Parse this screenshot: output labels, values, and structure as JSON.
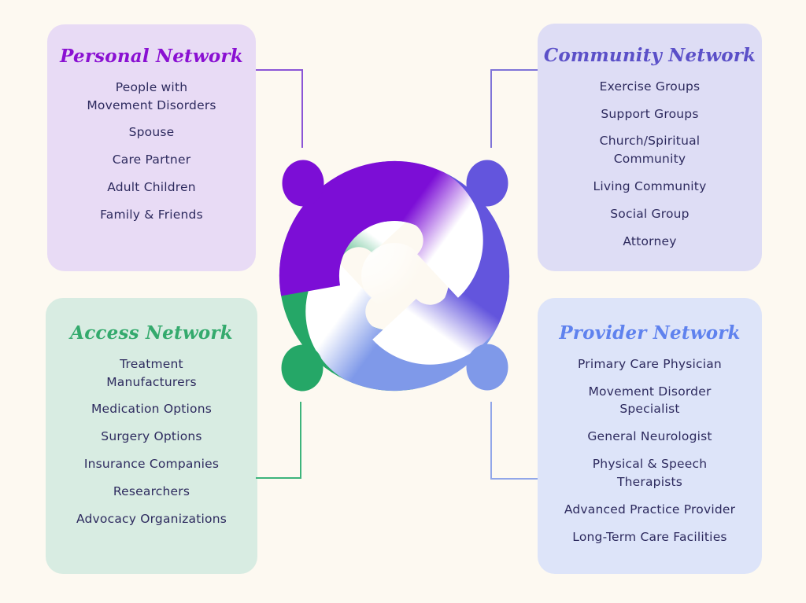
{
  "page": {
    "background": "#fdf9f1",
    "body_text_color": "#2d2a5e"
  },
  "cards": {
    "personal": {
      "title": "Personal Network",
      "title_color": "#8a10d2",
      "card_bg": "#e8dbf5",
      "connector_color": "#8b55d6",
      "items": [
        [
          "People with",
          "Movement Disorders"
        ],
        [
          "Spouse"
        ],
        [
          "Care Partner"
        ],
        [
          "Adult Children"
        ],
        [
          "Family & Friends"
        ]
      ]
    },
    "community": {
      "title": "Community Network",
      "title_color": "#5b50c8",
      "card_bg": "#deddf5",
      "connector_color": "#7f74d8",
      "items": [
        [
          "Exercise Groups"
        ],
        [
          "Support Groups"
        ],
        [
          "Church/Spiritual",
          "Community"
        ],
        [
          "Living Community"
        ],
        [
          "Social Group"
        ],
        [
          "Attorney"
        ]
      ]
    },
    "access": {
      "title": "Access Network",
      "title_color": "#34aa6d",
      "card_bg": "#d8ece2",
      "connector_color": "#3db47c",
      "items": [
        [
          "Treatment",
          "Manufacturers"
        ],
        [
          "Medication Options"
        ],
        [
          "Surgery Options"
        ],
        [
          "Insurance Companies"
        ],
        [
          "Researchers"
        ],
        [
          "Advocacy Organizations"
        ]
      ]
    },
    "provider": {
      "title": "Provider Network",
      "title_color": "#5f82ee",
      "card_bg": "#dde4f9",
      "connector_color": "#92a7e9",
      "items": [
        [
          "Primary Care Physician"
        ],
        [
          "Movement Disorder",
          "Specialist"
        ],
        [
          "General Neurologist"
        ],
        [
          "Physical & Speech",
          "Therapists"
        ],
        [
          "Advanced Practice Provider"
        ],
        [
          "Long-Term Care Facilities"
        ]
      ]
    }
  },
  "logo": {
    "description": "four-person swirl emblem",
    "colors": {
      "purple": "#7c0ed6",
      "indigo": "#6355dd",
      "green": "#25a767",
      "periwinkle": "#7f99e9"
    }
  }
}
